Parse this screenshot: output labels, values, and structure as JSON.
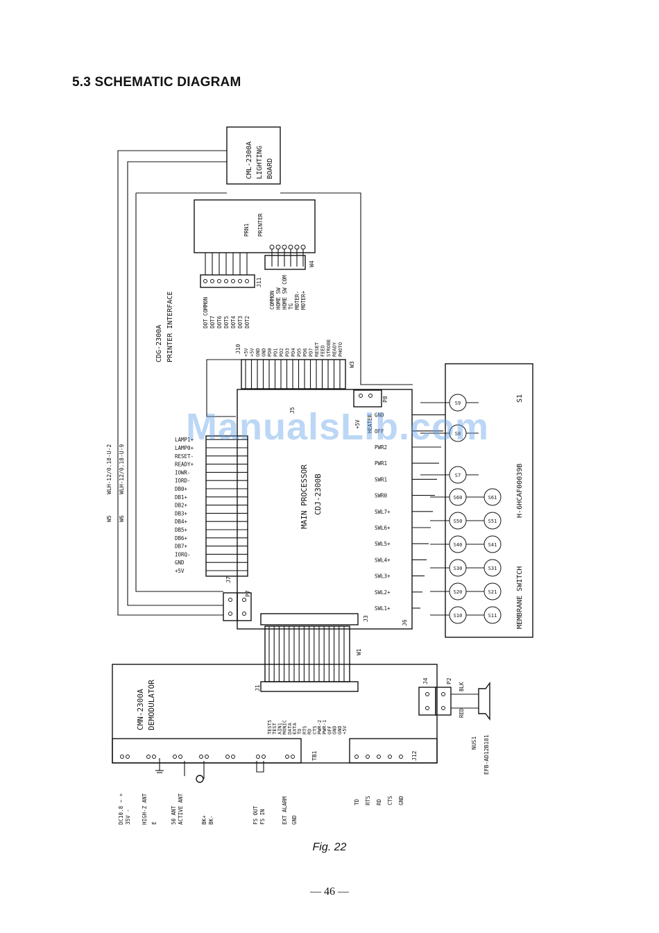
{
  "heading": "5.3 SCHEMATIC DIAGRAM",
  "caption": "Fig. 22",
  "page_number": "— 46 —",
  "watermark": "ManualsLib.com",
  "boards": {
    "lighting": {
      "l1": "CML-2300A",
      "l2": "LIGHTING",
      "l3": "BOARD"
    },
    "printer_if": {
      "l1": "CDG-2300A",
      "l2": "PRINTER INTERFACE"
    },
    "printer": {
      "l1": "PRN1",
      "l2": "PRINTER"
    },
    "main": {
      "l1": "MAIN PROCESSOR",
      "l2": "CDJ-2300B"
    },
    "demod": {
      "l1": "CMN-2300A",
      "l2": "DEMODULATOR"
    },
    "switch": {
      "l1": "S1",
      "l2": "H-6HCAF00039B",
      "l3": "MEMBRANE SWITCH"
    },
    "buzzer": {
      "l1": "NUS1",
      "l2": "EFB-AD12B101"
    }
  },
  "cables": {
    "w5": "W5",
    "w5_spec": "WLH-12/0.18-U-2",
    "w6": "W6",
    "w6_spec": "WLH-12/0.18-U-9",
    "w1": "W1",
    "w3": "W3",
    "w4": "W4"
  },
  "connectors": {
    "j1": "J1",
    "j3": "J3",
    "j4": "J4",
    "j5": "J5",
    "j6": "J6",
    "j7": "J7",
    "j10": "J10",
    "j11": "J11",
    "j12": "J12",
    "p2": "P2",
    "p7": "P7",
    "p8": "P8",
    "tb1": "TB1"
  },
  "j11_labels": [
    "DOT COMMON",
    "DOT7",
    "DOT6",
    "DOT5",
    "DOT4",
    "DOT3",
    "DOT2"
  ],
  "w4_labels": [
    "COMMON",
    "HOME SW",
    "HOME SW COM",
    "TG",
    "MOTER-",
    "MOTER+"
  ],
  "j10_labels": [
    "+5V",
    "+5V",
    "GND",
    "GND",
    "PD0",
    "PD1",
    "PD2",
    "PD3",
    "PD4",
    "PD5",
    "PD6",
    "PD7",
    "RESET",
    "FEED",
    "STROBE",
    "READY",
    "PHOTO"
  ],
  "j7_labels": [
    "+5V",
    "GND",
    "IORQ-",
    "DB7+",
    "DB6+",
    "DB5+",
    "DB4+",
    "DB3+",
    "DB2+",
    "DB1+",
    "DB0+",
    "IORD-",
    "IOWR-",
    "READY+",
    "RESET-",
    "LAMP0+",
    "LAMP1+"
  ],
  "j6_labels": [
    "SWL1+",
    "SWL2+",
    "SWL3+",
    "SWL4+",
    "SWL5+",
    "SWL6+",
    "SWL7+",
    "SWR0",
    "SWR1",
    "PWR1",
    "PWR2",
    "OFF",
    "GND"
  ],
  "p8_labels": [
    "+5V",
    "HEATER"
  ],
  "j1_labels": [
    "TEST5",
    "TEST",
    "AIN1",
    "MONIC",
    "DATA",
    "EXTA",
    "TD",
    "RTS",
    "RD",
    "CTS",
    "PWR-2",
    "PWR-1",
    "OFF",
    "GND",
    "GND",
    "+5V"
  ],
  "tb1_labels": [
    "DC10.8 ~ +",
    "35V -",
    "HIGH-Z ANT",
    "E",
    "50 ANT",
    "ACTIVE ANT",
    "BK+",
    "BK-",
    "FS OUT",
    "FS IN",
    "EXT ALARM",
    "GND"
  ],
  "j12_labels": [
    "TD",
    "RTS",
    "RD",
    "CTS",
    "GND"
  ],
  "switches_top": [
    "S9",
    "S8",
    "S7"
  ],
  "switches_col1": [
    "S60",
    "S50",
    "S40",
    "S30",
    "S20",
    "S10"
  ],
  "switches_col2": [
    "S61",
    "S51",
    "S41",
    "S31",
    "S21",
    "S11"
  ],
  "buzzer_wires": [
    "BLK",
    "RED"
  ]
}
